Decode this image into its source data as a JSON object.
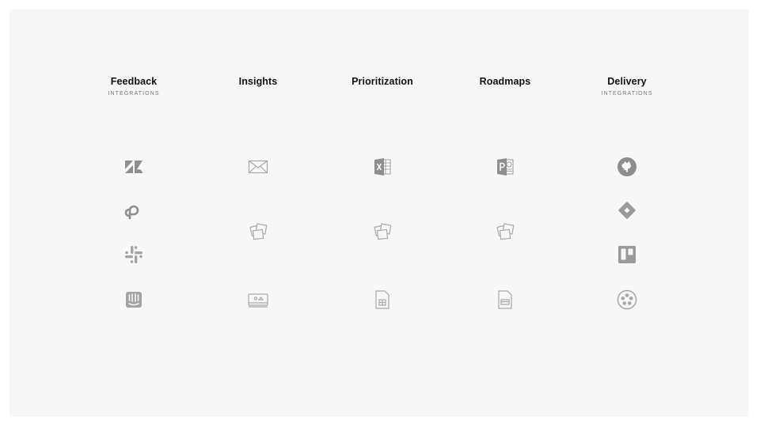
{
  "columns": [
    {
      "title": "Feedback",
      "subtitle": "INTEGRATIONS",
      "icons": [
        "zendesk-icon",
        "productboard-loop-icon",
        "slack-icon",
        "intercom-icon"
      ]
    },
    {
      "title": "Insights",
      "subtitle": "",
      "icons": [
        "email-icon",
        "photos-icon",
        "browser-window-icon"
      ]
    },
    {
      "title": "Prioritization",
      "subtitle": "",
      "icons": [
        "excel-icon",
        "photos-icon",
        "sheet-document-icon"
      ]
    },
    {
      "title": "Roadmaps",
      "subtitle": "",
      "icons": [
        "powerpoint-icon",
        "photos-icon",
        "slide-document-icon"
      ]
    },
    {
      "title": "Delivery",
      "subtitle": "INTEGRATIONS",
      "icons": [
        "github-icon",
        "jira-icon",
        "trello-icon",
        "pivotal-tracker-icon"
      ]
    }
  ],
  "colors": {
    "background": "#f7f7f8",
    "title": "#111111",
    "subtitle": "#777777",
    "icon": "#9a9a9a"
  }
}
